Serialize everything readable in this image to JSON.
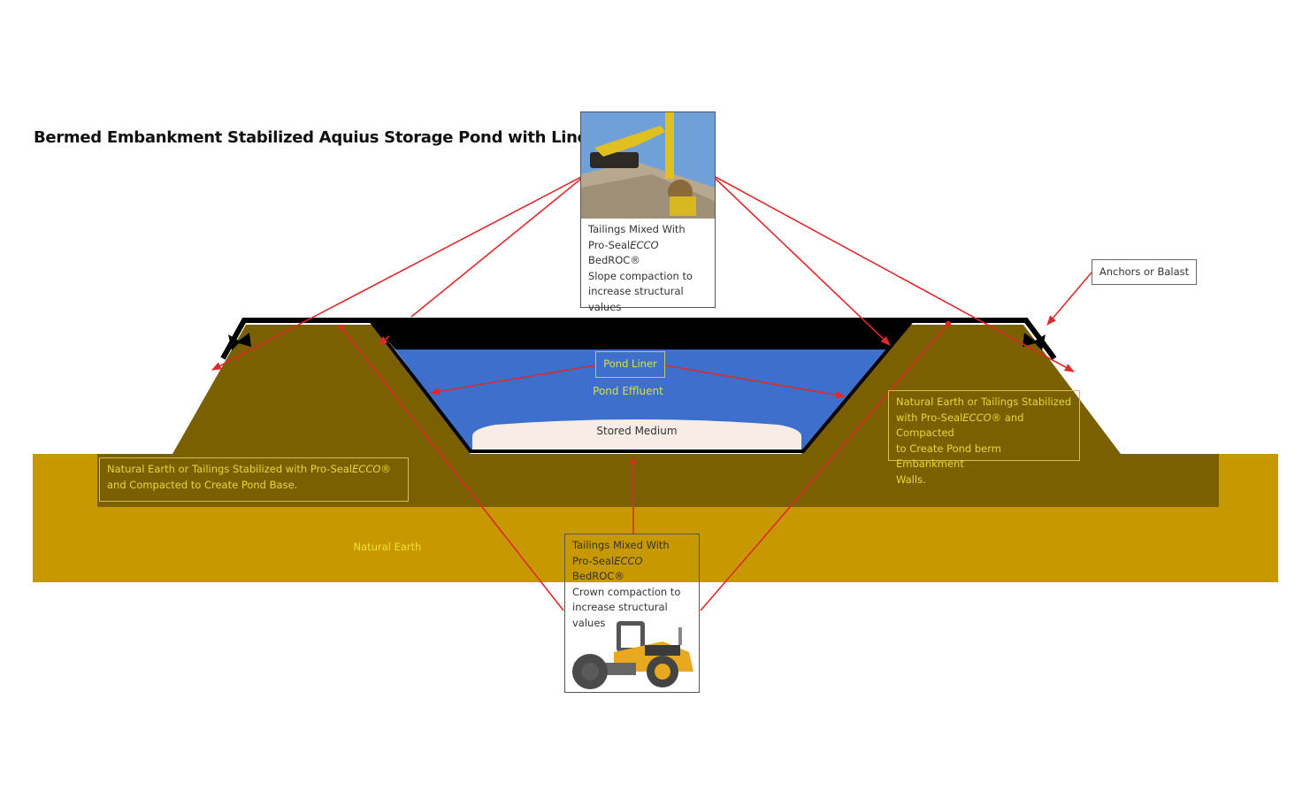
{
  "title": "Bermed Embankment Stabilized Aquius Storage Pond with Liner",
  "colors": {
    "natural_earth": "#c89800",
    "stabilized_earth": "#7a6000",
    "liner": "#000000",
    "water": "#3d6fcc",
    "stored_medium": "#f8ece6",
    "leader_line": "#dd2a2a",
    "gold_label_text": "#e8d838"
  },
  "labels": {
    "slope_box": {
      "line1": "Tailings Mixed With",
      "line2_prefix": "Pro-Seal",
      "line2_italic": "ECCO",
      "line2_suffix": " BedROC®",
      "line3": "Slope compaction to",
      "line4": "increase structural",
      "line5": "values",
      "image": "excavator-slope-compactor-photo"
    },
    "crown_box": {
      "line1": "Tailings Mixed With",
      "line2_prefix": "Pro-Seal",
      "line2_italic": "ECCO",
      "line2_suffix": " BedROC®",
      "line3": "Crown compaction to",
      "line4": "increase structural",
      "line5": "values",
      "image": "roller-compactor-illustration"
    },
    "anchors": "Anchors or Balast",
    "pond_liner": "Pond Liner",
    "pond_effluent": "Pond Effluent",
    "stored_medium": "Stored Medium",
    "natural_earth": "Natural Earth",
    "base_box": {
      "line1_prefix": "Natural Earth or Tailings Stabilized with Pro-Seal",
      "line1_italic": "ECCO",
      "line1_suffix": "®",
      "line2": "and Compacted to Create Pond Base."
    },
    "berm_box": {
      "line1": "Natural Earth or Tailings Stabilized",
      "line2_prefix": "with Pro-Seal",
      "line2_italic": "ECCO",
      "line2_suffix": "® and Compacted",
      "line3": "to Create Pond berm Embankment",
      "line4": "Walls."
    }
  }
}
